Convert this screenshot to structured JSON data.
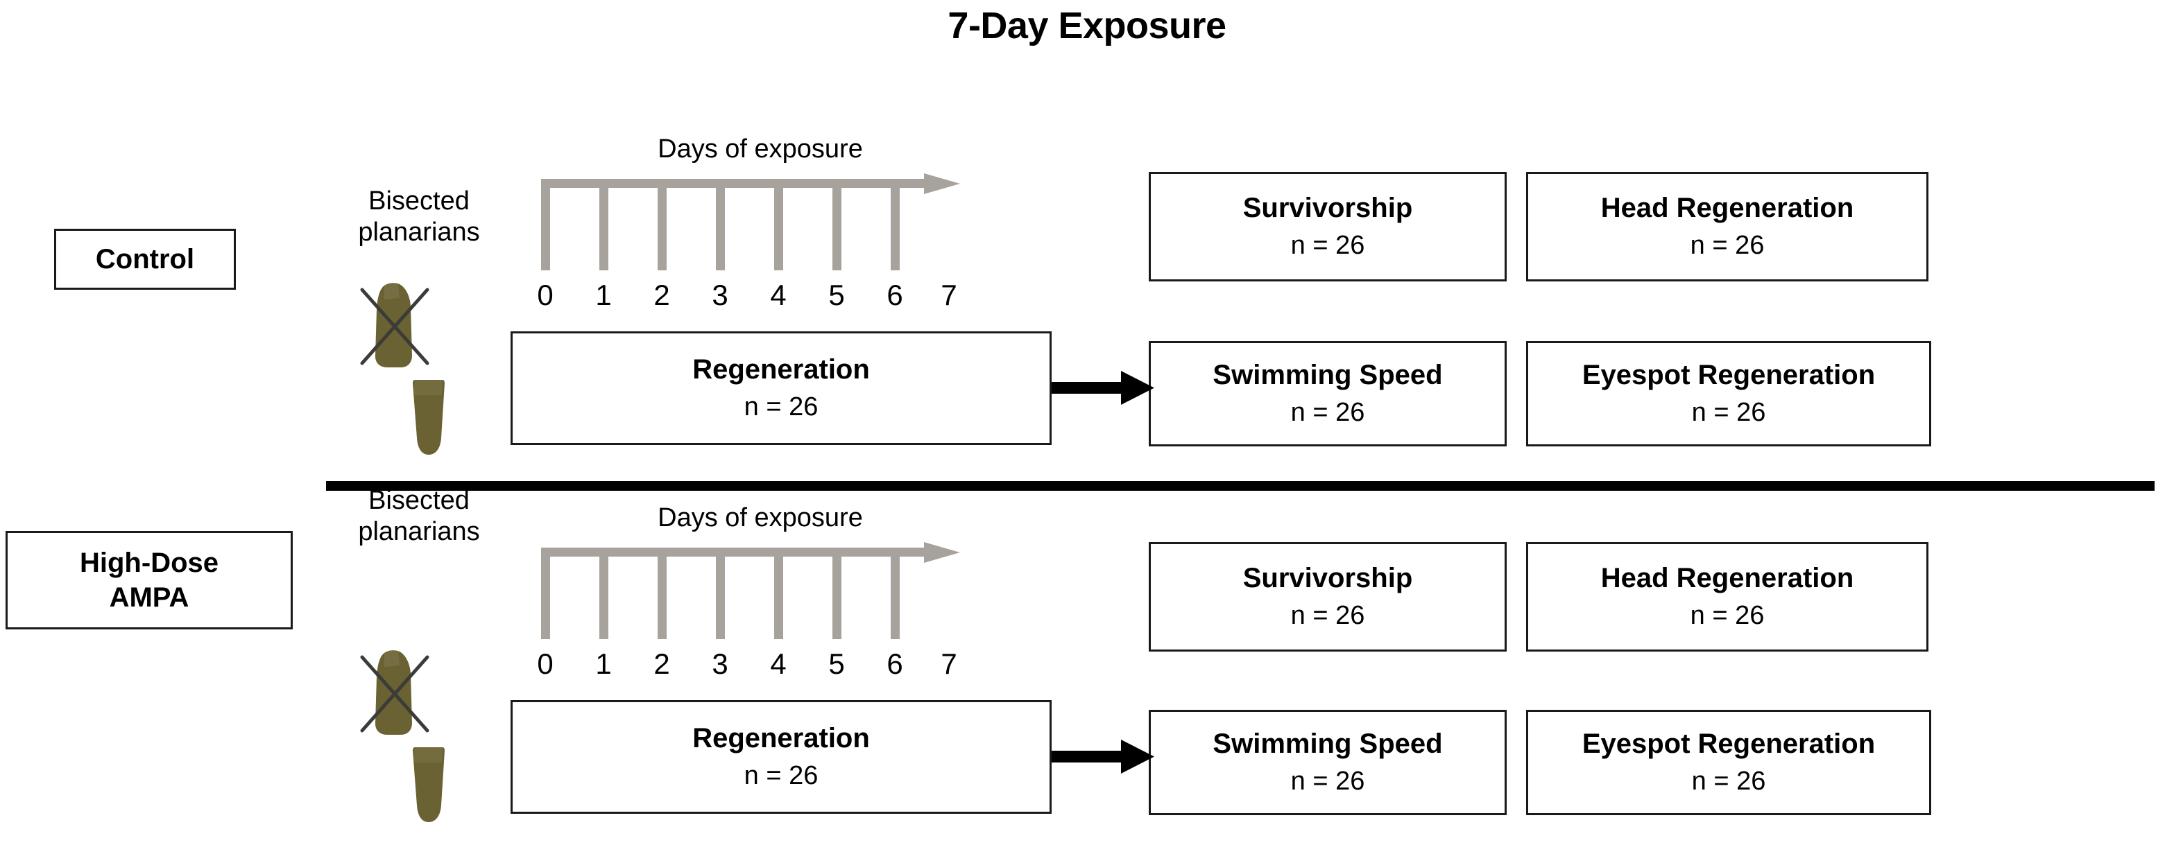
{
  "title": "7-Day Exposure",
  "divider": {
    "name": "panel-divider"
  },
  "axis": {
    "caption": "Days of exposure",
    "ticks": [
      "0",
      "1",
      "2",
      "3",
      "4",
      "5",
      "6",
      "7"
    ],
    "arrow_color": "#a8a29c"
  },
  "planaria": {
    "body_color": "#6b6233",
    "head_color": "#7a7248",
    "cross_color": "#3b3b38",
    "label": "Bisected\nplanarians",
    "label_line1": "Bisected",
    "label_line2": "planarians"
  },
  "panels": [
    {
      "id": "control",
      "group_label": "Control",
      "group_label_lines": [
        "Control"
      ],
      "bisected_label_line1": "Bisected",
      "bisected_label_line2": "planarians",
      "axis_caption": "Days of exposure",
      "regeneration": {
        "title": "Regeneration",
        "n": "n = 26"
      },
      "outcomes": [
        {
          "title": "Survivorship",
          "n": "n = 26"
        },
        {
          "title": "Head Regeneration",
          "n": "n = 26"
        },
        {
          "title": "Swimming Speed",
          "n": "n = 26"
        },
        {
          "title": "Eyespot Regeneration",
          "n": "n = 26"
        }
      ]
    },
    {
      "id": "high-dose-ampa",
      "group_label": "High-Dose AMPA",
      "group_label_lines": [
        "High-Dose",
        "AMPA"
      ],
      "bisected_label_line1": "Bisected",
      "bisected_label_line2": "planarians",
      "axis_caption": "Days of exposure",
      "regeneration": {
        "title": "Regeneration",
        "n": "n = 26"
      },
      "outcomes": [
        {
          "title": "Survivorship",
          "n": "n = 26"
        },
        {
          "title": "Head Regeneration",
          "n": "n = 26"
        },
        {
          "title": "Swimming Speed",
          "n": "n = 26"
        },
        {
          "title": "Eyespot Regeneration",
          "n": "n = 26"
        }
      ]
    }
  ],
  "colors": {
    "box_border": "#1a1a1a",
    "divider": "#000000",
    "timeline_gray": "#a8a29c",
    "arrow_black": "#000000",
    "planaria_olive": "#6b6233"
  }
}
